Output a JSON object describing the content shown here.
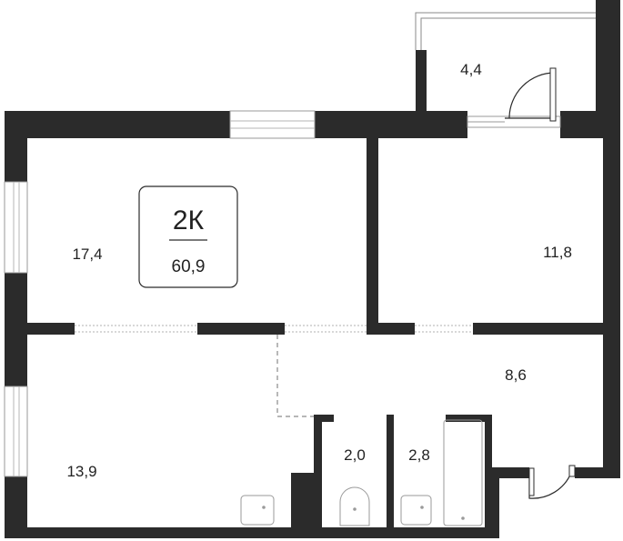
{
  "plan": {
    "apartment_type": "2К",
    "total_area": "60,9",
    "colors": {
      "wall": "#2b2b2b",
      "window": "#d4d4d4",
      "fixture": "#9a9a9a",
      "background": "#ffffff"
    },
    "rooms": [
      {
        "id": "balcony",
        "area": "4,4"
      },
      {
        "id": "living-room",
        "area": "17,4"
      },
      {
        "id": "bedroom-right",
        "area": "11,8"
      },
      {
        "id": "bedroom-left",
        "area": "13,9"
      },
      {
        "id": "hallway",
        "area": "8,6"
      },
      {
        "id": "toilet",
        "area": "2,0"
      },
      {
        "id": "bathroom",
        "area": "2,8"
      }
    ]
  }
}
